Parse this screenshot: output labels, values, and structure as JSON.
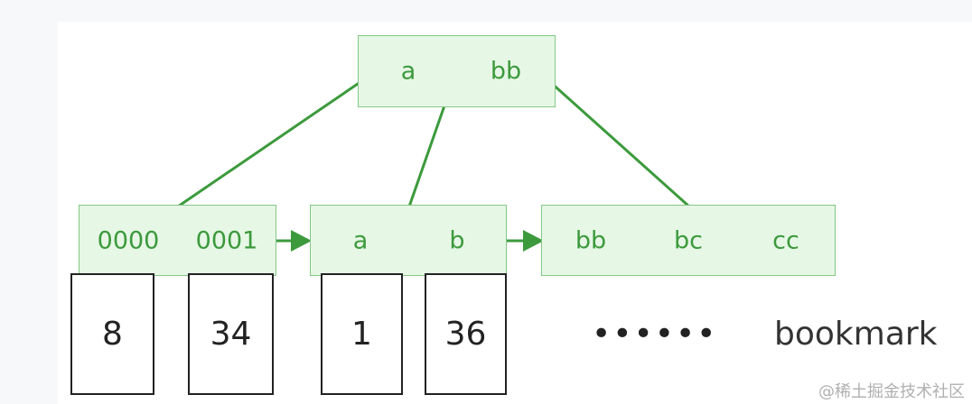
{
  "colors": {
    "node_fill": "#e6f7e6",
    "node_border": "#84c884",
    "key_text": "#3c9a3c",
    "edge": "#3c9a3c",
    "box_border": "#222222"
  },
  "root": {
    "keys": [
      "a",
      "bb"
    ]
  },
  "leaves": [
    {
      "keys": [
        "0000",
        "0001"
      ]
    },
    {
      "keys": [
        "a",
        "b"
      ]
    },
    {
      "keys": [
        "bb",
        "bc",
        "cc"
      ]
    }
  ],
  "bookmarks": [
    "8",
    "34",
    "1",
    "36"
  ],
  "ellipsis": "••••••",
  "bookmark_label": "bookmark",
  "watermark": "@稀土掘金技术社区"
}
